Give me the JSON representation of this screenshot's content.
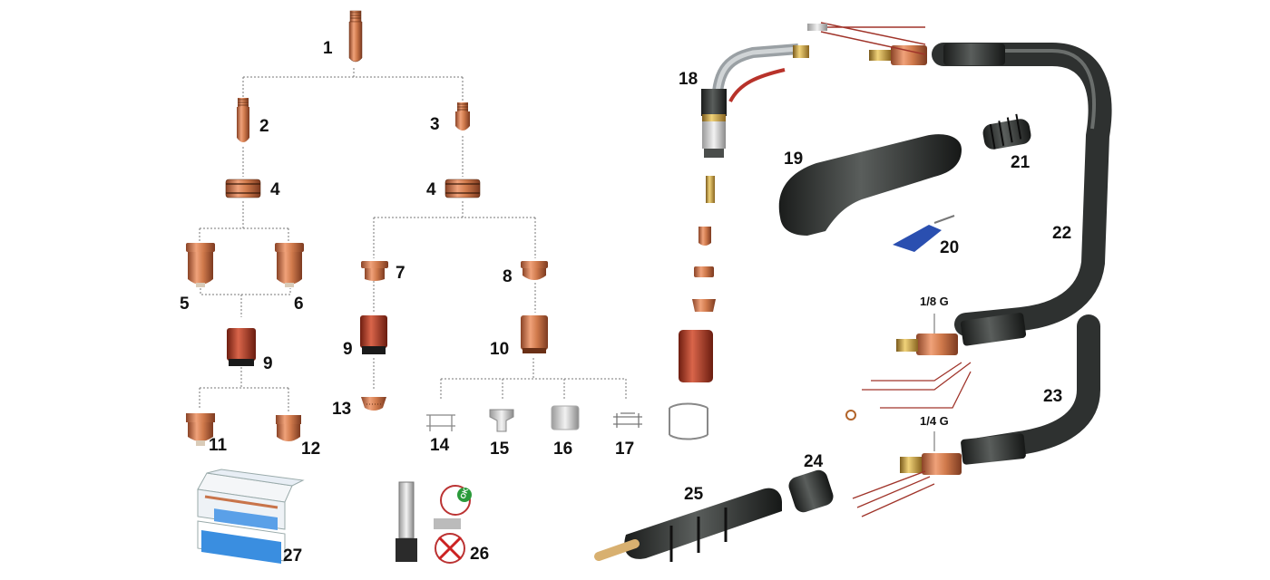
{
  "labels": {
    "n1": "1",
    "n2": "2",
    "n3": "3",
    "n4a": "4",
    "n4b": "4",
    "n5": "5",
    "n6": "6",
    "n7": "7",
    "n8": "8",
    "n9a": "9",
    "n9b": "9",
    "n10": "10",
    "n11": "11",
    "n12": "12",
    "n13": "13",
    "n14": "14",
    "n15": "15",
    "n16": "16",
    "n17": "17",
    "n18": "18",
    "n19": "19",
    "n20": "20",
    "n21": "21",
    "n22": "22",
    "n23": "23",
    "n24": "24",
    "n25": "25",
    "n26": "26",
    "n27": "27"
  },
  "gauge_labels": {
    "g1": "1/8 G",
    "g2": "1/4 G"
  },
  "badges": {
    "ok": "OK"
  },
  "colors": {
    "copper": "#c8744a",
    "copper_dark": "#8a4326",
    "brass": "#c9a14a",
    "ceramic": "#b8452c",
    "hose": "#3a3d3b",
    "handle": "#2f3230",
    "blue": "#2a4fb0",
    "line": "#888888"
  }
}
